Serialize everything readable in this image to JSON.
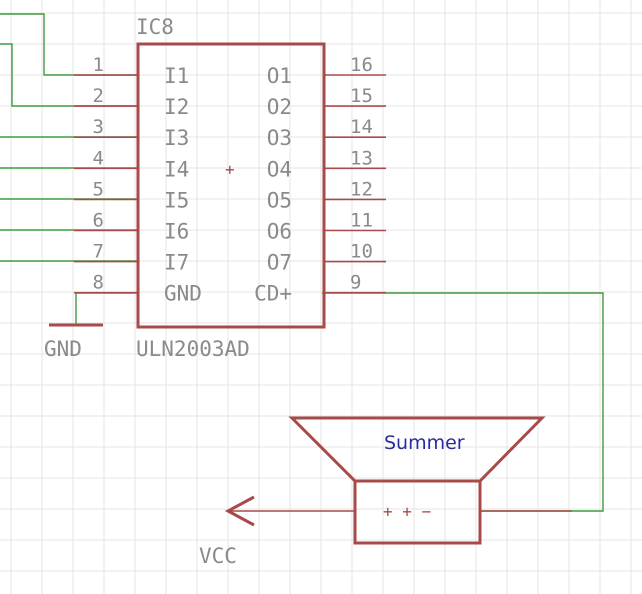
{
  "ic": {
    "ref": "IC8",
    "value": "ULN2003AD",
    "left_pins": [
      {
        "num": "1",
        "name": "I1"
      },
      {
        "num": "2",
        "name": "I2"
      },
      {
        "num": "3",
        "name": "I3"
      },
      {
        "num": "4",
        "name": "I4"
      },
      {
        "num": "5",
        "name": "I5"
      },
      {
        "num": "6",
        "name": "I6"
      },
      {
        "num": "7",
        "name": "I7"
      },
      {
        "num": "8",
        "name": "GND"
      }
    ],
    "right_pins": [
      {
        "num": "16",
        "name": "O1"
      },
      {
        "num": "15",
        "name": "O2"
      },
      {
        "num": "14",
        "name": "O3"
      },
      {
        "num": "13",
        "name": "O4"
      },
      {
        "num": "12",
        "name": "O5"
      },
      {
        "num": "11",
        "name": "O6"
      },
      {
        "num": "10",
        "name": "O7"
      },
      {
        "num": "9",
        "name": "CD+"
      }
    ],
    "origin_mark": "+"
  },
  "gnd_label": "GND",
  "vcc_label": "VCC",
  "buzzer": {
    "name": "Summer",
    "pin_marks": "+ + −"
  },
  "colors": {
    "wire": "#3f9a3f",
    "symbol": "#a84a4a",
    "label": "#8a8a8a",
    "part_name": "#2b2ba0",
    "grid": "#e4e4e4"
  }
}
